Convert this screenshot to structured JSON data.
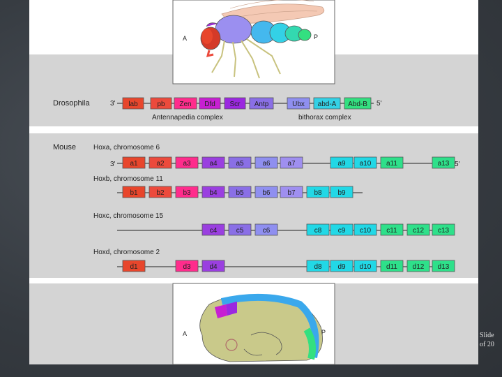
{
  "colors": {
    "panel": "#d4d4d4",
    "lab": "#e8462c",
    "pb": "#ec4a3c",
    "zen": "#ff2c8c",
    "dfd": "#c71fd2",
    "scr": "#9b28e0",
    "antp": "#8a6fe6",
    "ubx": "#8f8ff0",
    "abdA": "#33d1e6",
    "abdB": "#33e080",
    "hox4": "#9a3fe0",
    "hox5": "#8a6fe6",
    "hox6": "#8f8ff0",
    "hox7": "#9f8ff0",
    "hox8": "#22d8e6",
    "hox9": "#22d8e6",
    "hox10": "#22d8e6",
    "hox11": "#2ee08a",
    "hox12": "#2ee08a",
    "hox13": "#2ee08a"
  },
  "fly_image": {
    "left_label": "A",
    "right_label": "P"
  },
  "drosophila": {
    "label": "Drosophila",
    "end3": "3'",
    "end5": "5'",
    "genes": [
      "lab",
      "pb",
      "Zen",
      "Dfd",
      "Scr",
      "Antp",
      "Ubx",
      "abd-A",
      "Abd-B"
    ],
    "complex1": "Antennapedia complex",
    "complex2": "bithorax complex"
  },
  "mouse": {
    "label": "Mouse",
    "end3": "3'",
    "end5": "5'",
    "clusters": [
      {
        "label": "Hoxa, chromosome 6",
        "genes": [
          "a1",
          "a2",
          "a3",
          "a4",
          "a5",
          "a6",
          "a7",
          "a9",
          "a10",
          "a11",
          "a13"
        ]
      },
      {
        "label": "Hoxb, chromosome 11",
        "genes": [
          "b1",
          "b2",
          "b3",
          "b4",
          "b5",
          "b6",
          "b7",
          "b8",
          "b9"
        ]
      },
      {
        "label": "Hoxc, chromosome 15",
        "genes": [
          "c4",
          "c5",
          "c6",
          "c8",
          "c9",
          "c10",
          "c11",
          "c12",
          "c13"
        ]
      },
      {
        "label": "Hoxd, chromosome 2",
        "genes": [
          "d1",
          "d3",
          "d4",
          "d8",
          "d9",
          "d10",
          "d11",
          "d12",
          "d13"
        ]
      }
    ]
  },
  "embryo_image": {
    "left_label": "A",
    "right_label": "P"
  },
  "slide_number": {
    "line1": "Slide",
    "line2": "of 20"
  }
}
